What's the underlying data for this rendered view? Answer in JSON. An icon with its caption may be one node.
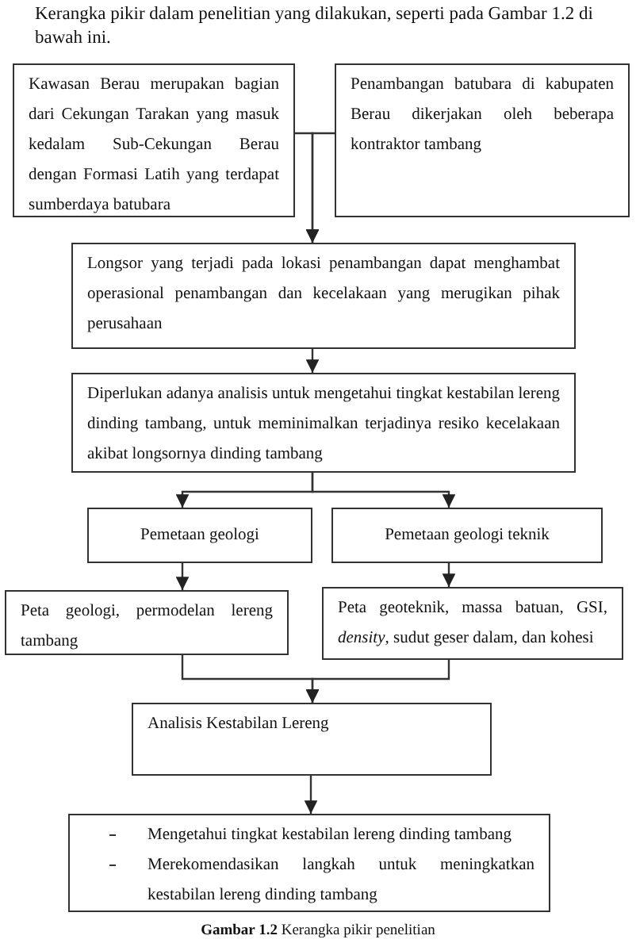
{
  "diagram": {
    "caption": "**Gambar 1.2** Kerangka pikir penelitian",
    "nodes": [
      {
        "text": [
          "Kawasan Berau merupakan bagian dari Cekungan Tarakan yang masuk kedalam Sub-Cekungan Berau dengan Formasi Latih yang terdapat sumberdaya batubara"
        ]
      },
      {
        "text": [
          "Penambangan batubara di kabupaten Berau dikerjakan oleh beberapa kontraktor tambang"
        ]
      },
      {
        "text": [
          "Longsor yang terjadi pada lokasi penambangan dapat menghambat operasional penambangan dan kecelakaan yang merugikan pihak perusahaan"
        ]
      },
      {
        "text": [
          "Diperlukan adanya analisis untuk mengetahui tingkat kestabilan lereng dinding tambang, untuk meminimalkan terjadinya resiko kecelakaan akibat longsornya dinding tambang"
        ]
      },
      {
        "text": [
          "Pemetaan geologi"
        ]
      },
      {
        "text": [
          "Pemetaan geologi teknik"
        ]
      },
      {
        "text": [
          "Peta geologi, permodelan lereng tambang"
        ]
      },
      {
        "text": [
          "Peta geoteknik, massa batuan, GSI, *density*, sudut geser dalam, dan kohesi"
        ]
      },
      {
        "text": [
          "Analisis Kestabilan Lereng"
        ]
      },
      {
        "text": [
          "Mengetahui tingkat kestabilan lereng dinding tambang",
          "Merekomendasikan langkah untuk meningkatkan kestabilan lereng dinding tambang"
        ]
      }
    ],
    "edges": [
      {
        "from": 0,
        "to": 2,
        "arrow": "to"
      },
      {
        "from": 1,
        "to": 2,
        "arrow": "to"
      },
      {
        "from": 2,
        "to": 3,
        "arrow": "to"
      },
      {
        "from": 3,
        "to": 4,
        "arrow": "to"
      },
      {
        "from": 3,
        "to": 5,
        "arrow": "to"
      },
      {
        "from": 4,
        "to": 6,
        "arrow": "to"
      },
      {
        "from": 5,
        "to": 7,
        "arrow": "to"
      },
      {
        "from": 6,
        "to": 8,
        "arrow": "to"
      },
      {
        "from": 7,
        "to": 8,
        "arrow": "to"
      },
      {
        "from": 8,
        "to": 9,
        "arrow": "to"
      }
    ],
    "labels": [
      "Kerangka pikir dalam penelitian yang dilakukan, seperti pada Gambar 1.2 di bawah ini."
    ]
  }
}
